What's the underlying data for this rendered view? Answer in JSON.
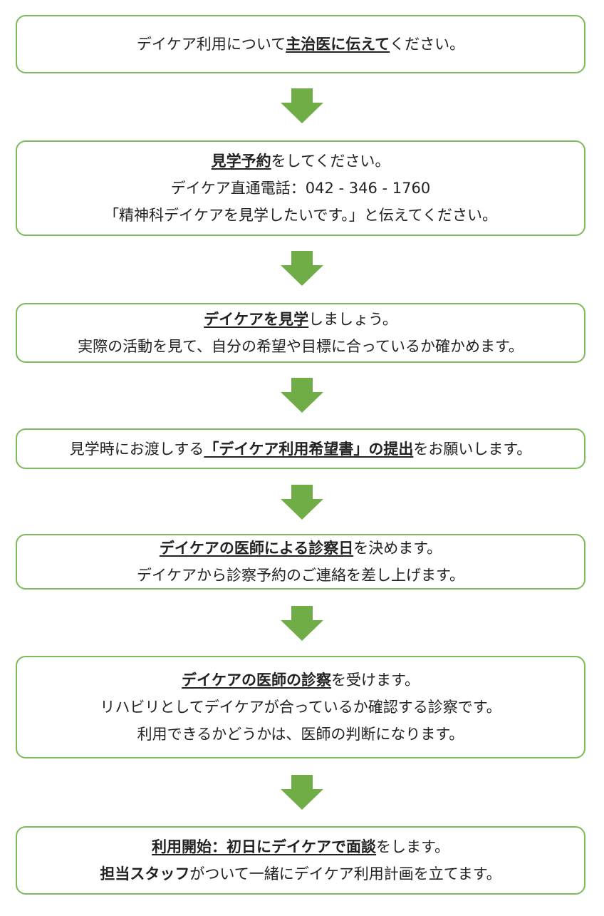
{
  "steps": [
    {
      "lines": [
        {
          "segments": [
            {
              "text": "デイケア利用について",
              "style": "normal"
            },
            {
              "text": "主治医に伝えて",
              "style": "em"
            },
            {
              "text": "ください。",
              "style": "normal"
            }
          ]
        }
      ]
    },
    {
      "lines": [
        {
          "segments": [
            {
              "text": "見学予約",
              "style": "em"
            },
            {
              "text": "をしてください。",
              "style": "normal"
            }
          ]
        },
        {
          "segments": [
            {
              "text": "デイケア直通電話：042 - 346 - 1760",
              "style": "normal"
            }
          ]
        },
        {
          "segments": [
            {
              "text": "「精神科デイケアを見学したいです。」と伝えてください。",
              "style": "normal"
            }
          ]
        }
      ]
    },
    {
      "lines": [
        {
          "segments": [
            {
              "text": "デイケアを見学",
              "style": "em"
            },
            {
              "text": "しましょう。",
              "style": "normal"
            }
          ]
        },
        {
          "segments": [
            {
              "text": "実際の活動を見て、自分の希望や目標に合っているか確かめます。",
              "style": "normal"
            }
          ]
        }
      ]
    },
    {
      "lines": [
        {
          "segments": [
            {
              "text": "見学時にお渡しする",
              "style": "normal"
            },
            {
              "text": "「デイケア利用希望書」の提出",
              "style": "em"
            },
            {
              "text": "をお願いします。",
              "style": "normal"
            }
          ]
        }
      ]
    },
    {
      "lines": [
        {
          "segments": [
            {
              "text": "デイケアの医師による診察日",
              "style": "em"
            },
            {
              "text": "を決めます。",
              "style": "normal"
            }
          ]
        },
        {
          "segments": [
            {
              "text": "デイケアから診察予約のご連絡を差し上げます。",
              "style": "normal"
            }
          ]
        }
      ]
    },
    {
      "lines": [
        {
          "segments": [
            {
              "text": "デイケアの医師の診察",
              "style": "em"
            },
            {
              "text": "を受けます。",
              "style": "normal"
            }
          ]
        },
        {
          "segments": [
            {
              "text": "リハビリとしてデイケアが合っているか確認する診察です。",
              "style": "normal"
            }
          ]
        },
        {
          "segments": [
            {
              "text": "利用できるかどうかは、医師の判断になります。",
              "style": "normal"
            }
          ]
        }
      ]
    },
    {
      "lines": [
        {
          "segments": [
            {
              "text": "利用開始：初日にデイケアで面談",
              "style": "em"
            },
            {
              "text": "をします。",
              "style": "normal"
            }
          ]
        },
        {
          "segments": [
            {
              "text": "担当スタッフ",
              "style": "bold"
            },
            {
              "text": "がついて一緒にデイケア利用計画を立てます。",
              "style": "normal"
            }
          ]
        }
      ]
    }
  ],
  "colors": {
    "box_border": "#7dbb5a",
    "arrow_fill": "#70ad47",
    "text": "#222222"
  },
  "icons": {
    "connector": "down-arrow-icon"
  }
}
